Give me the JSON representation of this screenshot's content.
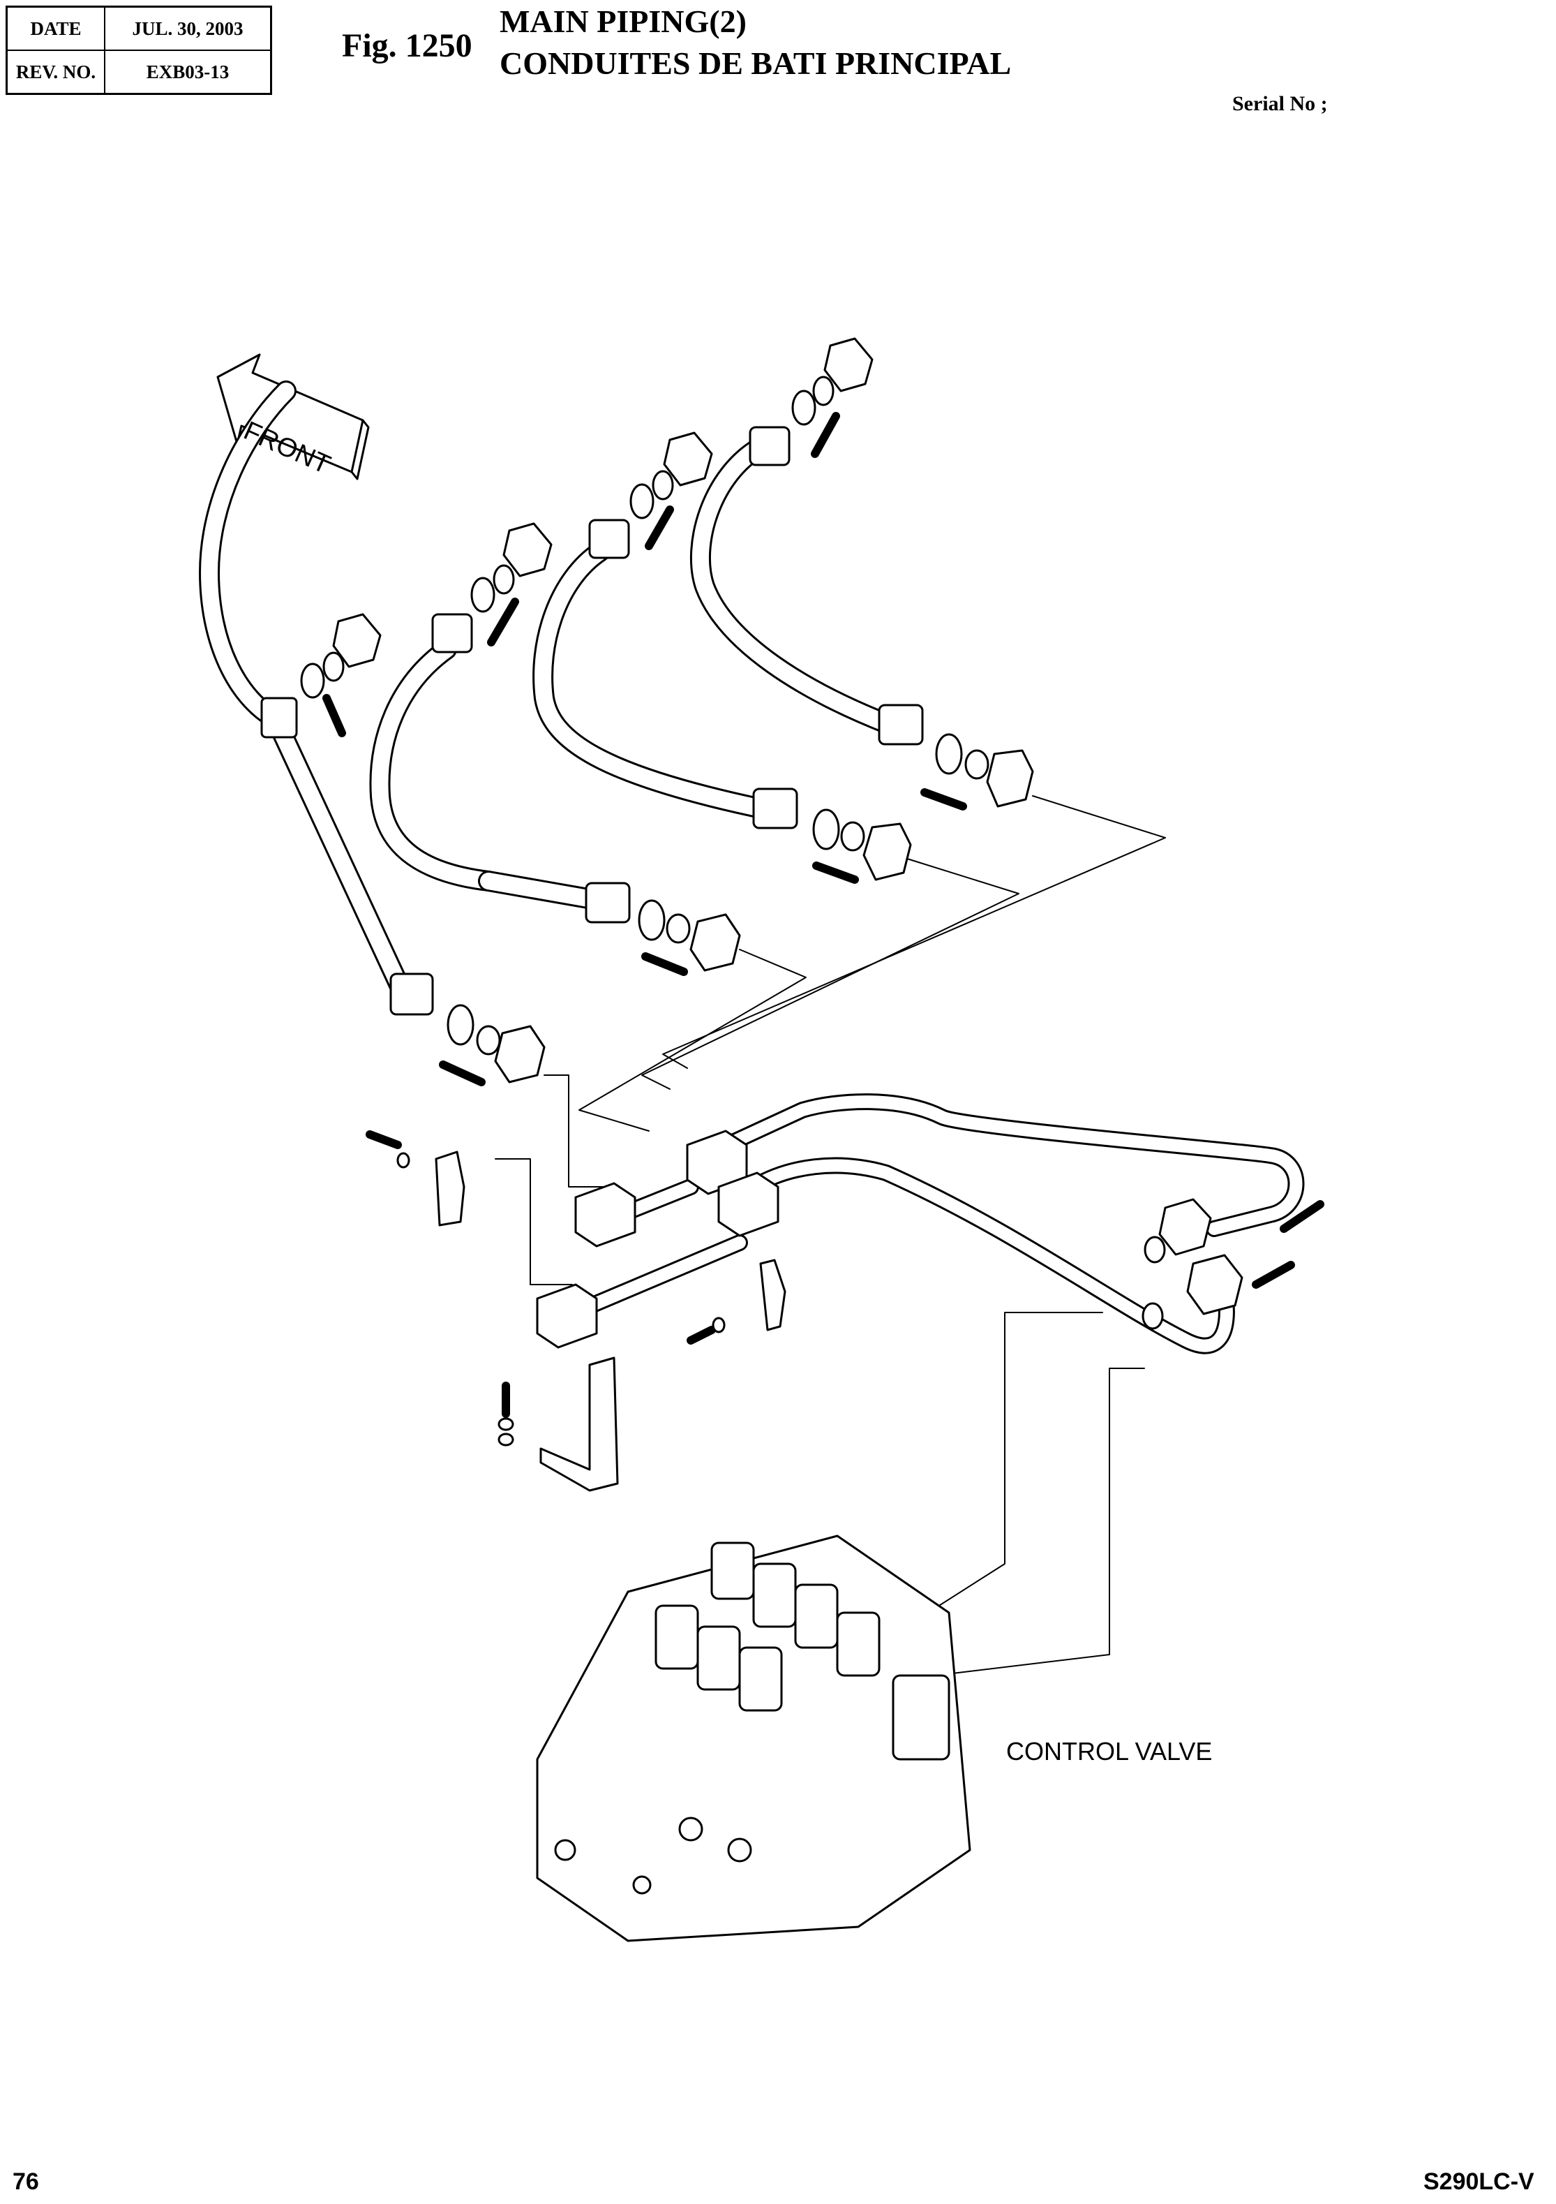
{
  "header": {
    "date_label": "DATE",
    "date_value": "JUL. 30, 2003",
    "rev_label": "REV. NO.",
    "rev_value": "EXB03-13"
  },
  "figure": {
    "number": "Fig. 1250",
    "title_en": "MAIN PIPING(2)",
    "title_fr": "CONDUITES DE BATI PRINCIPAL",
    "serial": "Serial No ;"
  },
  "diagram": {
    "front_label": "FRONT",
    "control_valve_label": "CONTROL VALVE"
  },
  "footer": {
    "page_number": "76",
    "model": "S290LC-V"
  }
}
